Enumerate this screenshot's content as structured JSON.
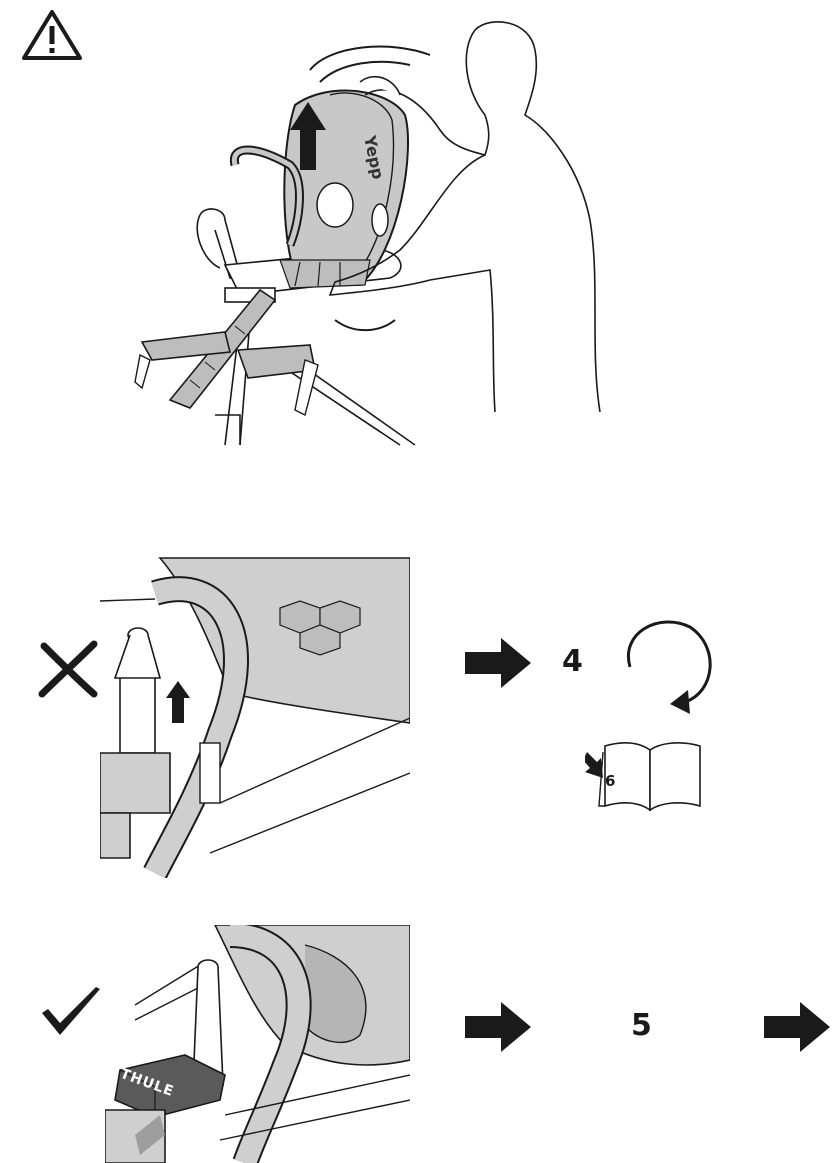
{
  "warning": {
    "icon": "warning-triangle-icon"
  },
  "figure1": {
    "seat_brand": "Yepp"
  },
  "figure2": {
    "status_icon": "x-cross-icon",
    "step_number": "4",
    "manual_page": "6"
  },
  "figure3": {
    "status_icon": "checkmark-icon",
    "lock_brand": "THULE",
    "step_number": "5"
  },
  "colors": {
    "ink": "#1a1a1a",
    "seat_gray": "#c8c8c8",
    "panel_gray": "#d4d4d4"
  }
}
